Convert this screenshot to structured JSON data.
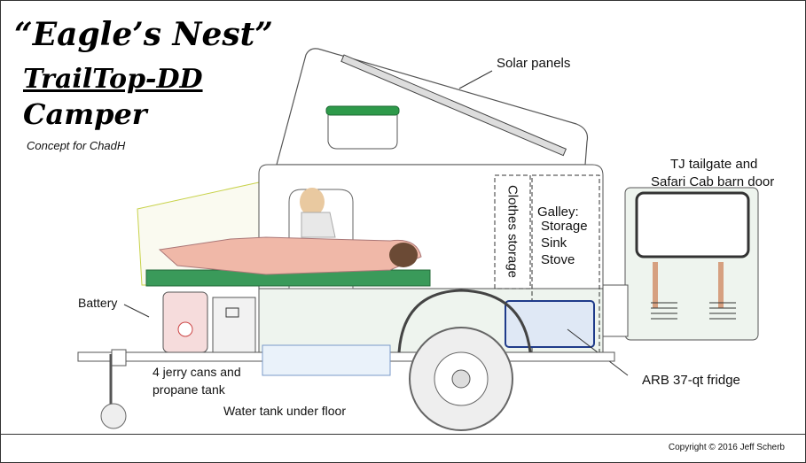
{
  "title": {
    "line1": "“Eagle’s Nest”",
    "line2": "TrailTop-DD",
    "line3": "Camper",
    "subtitle": "Concept for ChadH"
  },
  "labels": {
    "solar_panels": "Solar panels",
    "tailgate_line1": "TJ tailgate and",
    "tailgate_line2": "Safari Cab barn door",
    "clothes_storage": "Clothes storage",
    "galley_title": "Galley:",
    "galley_items": [
      "Storage",
      "Sink",
      "Stove"
    ],
    "battery": "Battery",
    "jerry_line1": "4 jerry cans and",
    "jerry_line2": "propane tank",
    "water_tank": "Water tank under floor",
    "fridge": "ARB 37-qt fridge"
  },
  "footer": {
    "copyright": "Copyright © 2016 Jeff Scherb"
  },
  "colors": {
    "mattress": "#3a9a5a",
    "handle": "#2e9a4a",
    "body_fill": "#eef4ee",
    "fridge": "#1f3b8a"
  }
}
